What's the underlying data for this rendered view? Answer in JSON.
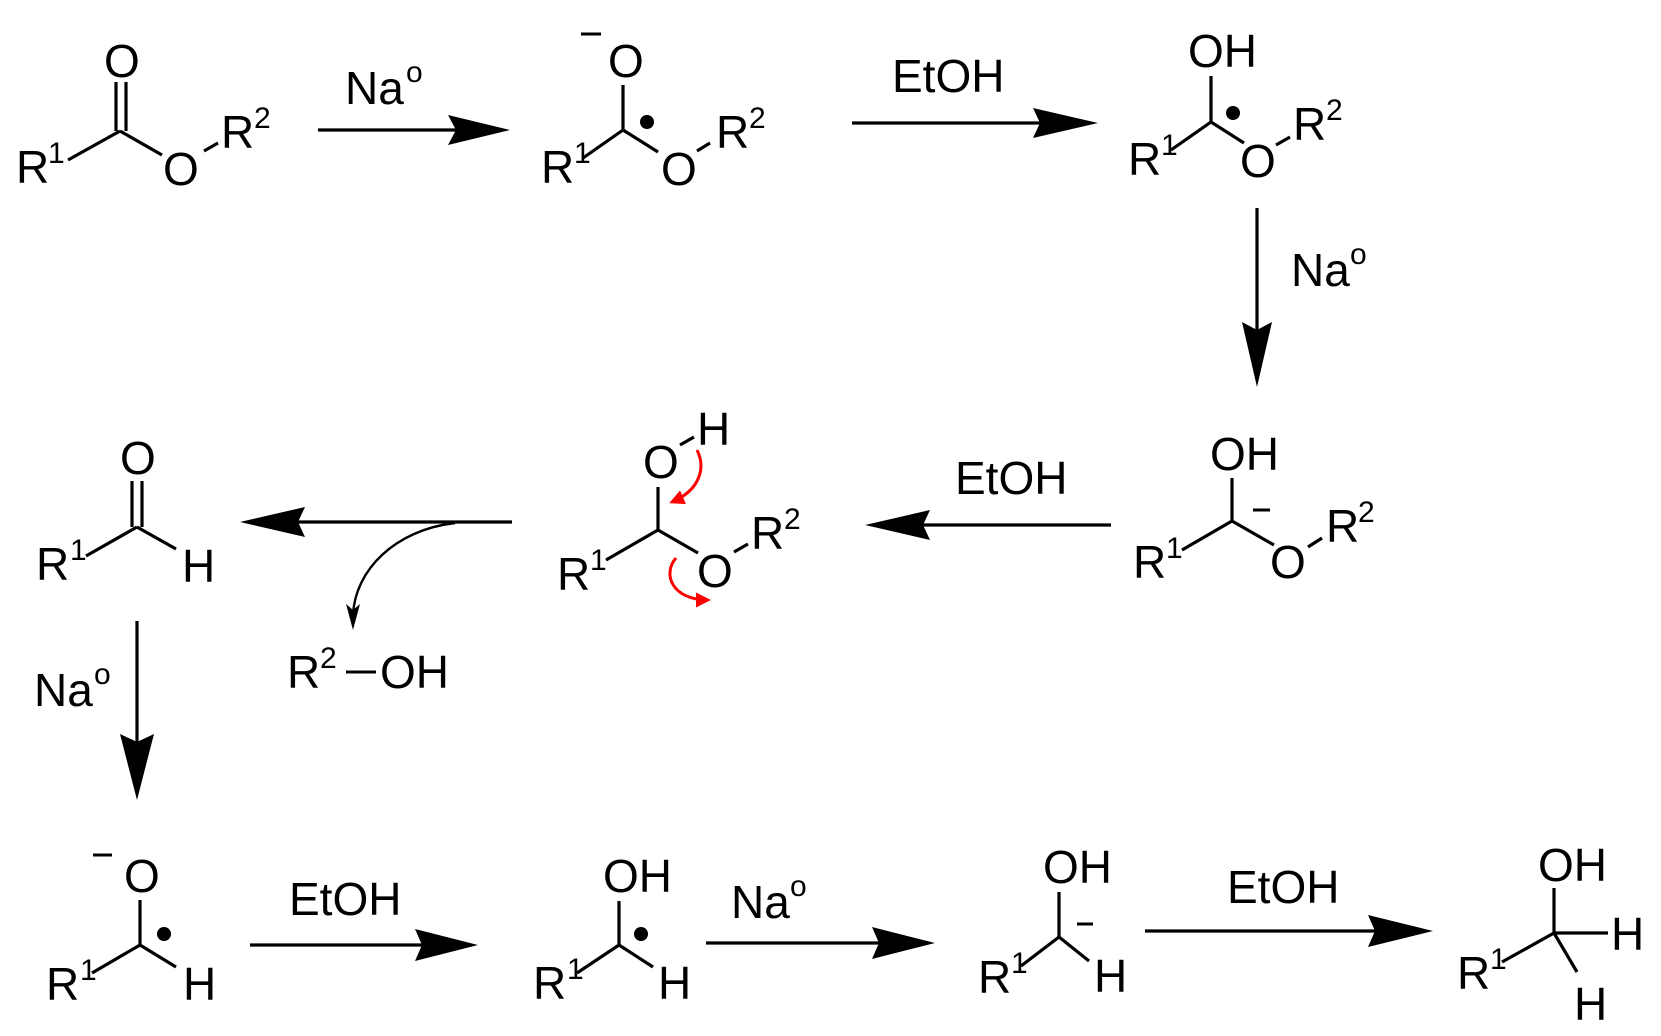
{
  "title": "Bouveault–Blanc reduction mechanism",
  "colors": {
    "ink": "#000000",
    "electron_push": "#ff0000",
    "background": "#ffffff"
  },
  "labels": {
    "R1": "R",
    "R1_sup": "1",
    "R2": "R",
    "R2_sup": "2",
    "O": "O",
    "OH": "OH",
    "H": "H",
    "minus": "−",
    "radical": "•"
  },
  "reagents": {
    "sodium": "Na",
    "sodium_sup": "o",
    "ethanol": "EtOH"
  },
  "byproduct": {
    "left_sup": "2",
    "left": "R",
    "bond": "—",
    "right": "OH"
  },
  "steps": [
    {
      "from": "ester",
      "to": "ketyl-radical-anion",
      "reagent": "Na°"
    },
    {
      "from": "ketyl-radical-anion",
      "to": "hydroxy-radical",
      "reagent": "EtOH"
    },
    {
      "from": "hydroxy-radical",
      "to": "hydroxy-carbanion",
      "reagent": "Na°"
    },
    {
      "from": "hydroxy-carbanion",
      "to": "hemiacetal",
      "reagent": "EtOH"
    },
    {
      "from": "hemiacetal",
      "to": "aldehyde",
      "reagent": "",
      "byproduct": "R²—OH"
    },
    {
      "from": "aldehyde",
      "to": "aldehyde-ketyl-radical-anion",
      "reagent": "Na°"
    },
    {
      "from": "aldehyde-ketyl-radical-anion",
      "to": "alcohol-radical",
      "reagent": "EtOH"
    },
    {
      "from": "alcohol-radical",
      "to": "alkoxy-carbanion",
      "reagent": "Na°"
    },
    {
      "from": "alkoxy-carbanion",
      "to": "primary-alcohol",
      "reagent": "EtOH"
    }
  ]
}
